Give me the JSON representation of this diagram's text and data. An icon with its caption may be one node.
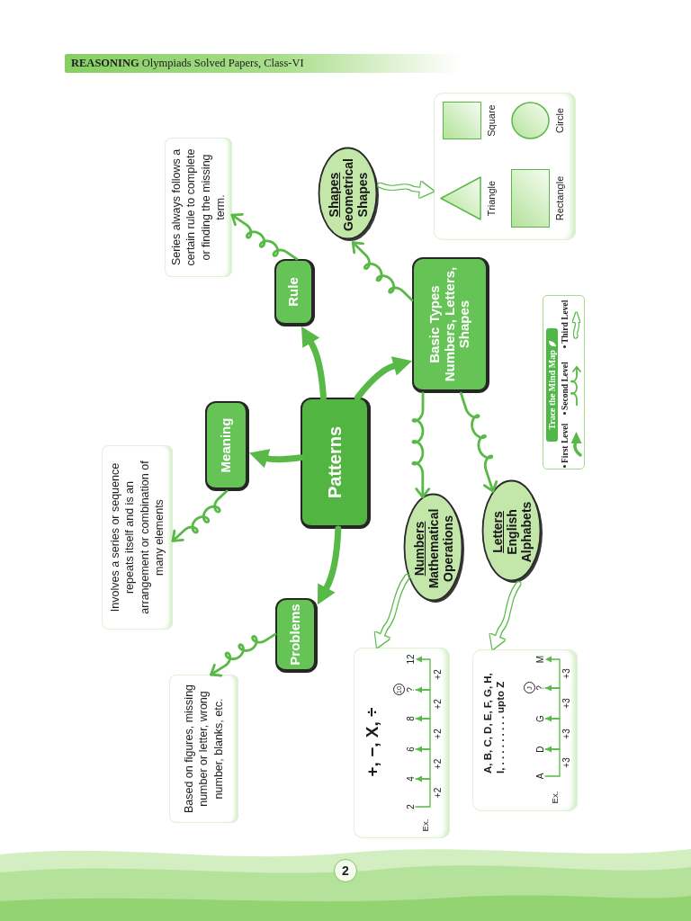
{
  "diagram": {
    "nodes": [
      {
        "text": [
          "Patterns"
        ]
      },
      {
        "text": [
          "Meaning"
        ]
      },
      {
        "text": [
          "Rule"
        ]
      },
      {
        "text": [
          "Problems"
        ]
      },
      {
        "text": [
          "Basic Types",
          "Numbers, Letters, Shapes"
        ]
      },
      {
        "text": [
          "Involves a series or sequence repeats itself and is an arrangement or combination of many elements"
        ]
      },
      {
        "text": [
          "Series always follows a certain rule to complete or finding the missing term."
        ]
      },
      {
        "text": [
          "Based on figures, missing number or letter, wrong number, blanks, etc."
        ]
      },
      {
        "text": [
          "Shapes",
          "Geometrical Shapes"
        ]
      },
      {
        "text": [
          "Numbers",
          "Mathematical Operations"
        ]
      },
      {
        "text": [
          "Letters",
          "English Alphabets"
        ]
      },
      {
        "text": [],
        "shape": "box"
      },
      {
        "text": [],
        "shape": "triangle",
        "in": 11,
        "beside": [
          "Triangle"
        ]
      },
      {
        "text": [],
        "shape": "box",
        "in": 11,
        "beside": [
          "Square"
        ]
      },
      {
        "text": [],
        "shape": "box",
        "in": 11,
        "beside": [
          "Rectangle"
        ]
      },
      {
        "text": [],
        "shape": "circle",
        "in": 11,
        "beside": [
          "Circle"
        ]
      },
      {
        "text": [
          "+, −, X, ÷",
          "Ex."
        ]
      },
      {
        "text": [
          "2"
        ],
        "in": 16
      },
      {
        "text": [
          "4"
        ],
        "in": 16
      },
      {
        "text": [
          "6"
        ],
        "in": 16
      },
      {
        "text": [
          "8"
        ],
        "in": 16
      },
      {
        "text": [
          "?"
        ],
        "in": 16,
        "beside": [
          "10"
        ]
      },
      {
        "text": [
          "12"
        ],
        "in": 16
      },
      {
        "text": [
          "A, B, C, D, E, F, G, H, I, . . . . . . . . . upto Z",
          "Ex."
        ]
      },
      {
        "text": [
          "A"
        ],
        "in": 23
      },
      {
        "text": [
          "D"
        ],
        "in": 23
      },
      {
        "text": [
          "G"
        ],
        "in": 23
      },
      {
        "text": [
          "?"
        ],
        "in": 23,
        "beside": [
          "J"
        ]
      },
      {
        "text": [
          "M"
        ],
        "in": 23
      }
    ],
    "edges": [
      {
        "from": 0,
        "to": 1,
        "arrow": "to",
        "style": "thick"
      },
      {
        "from": 0,
        "to": 2,
        "arrow": "to",
        "style": "thick"
      },
      {
        "from": 0,
        "to": 4,
        "arrow": "to",
        "style": "thick"
      },
      {
        "from": 0,
        "to": 3,
        "arrow": "to",
        "style": "thick"
      },
      {
        "from": 1,
        "to": 5,
        "arrow": "to"
      },
      {
        "from": 2,
        "to": 6,
        "arrow": "to"
      },
      {
        "from": 3,
        "to": 7,
        "arrow": "to"
      },
      {
        "from": 4,
        "to": 8,
        "arrow": "to"
      },
      {
        "from": 4,
        "to": 9,
        "arrow": "to"
      },
      {
        "from": 4,
        "to": 10,
        "arrow": "to"
      },
      {
        "from": 8,
        "to": 11,
        "arrow": "to"
      },
      {
        "from": 9,
        "to": 16,
        "arrow": "to"
      },
      {
        "from": 10,
        "to": 23,
        "arrow": "to"
      },
      {
        "from": 17,
        "to": 18,
        "arrow": "to",
        "label": "+2"
      },
      {
        "from": 18,
        "to": 19,
        "arrow": "to",
        "label": "+2"
      },
      {
        "from": 19,
        "to": 20,
        "arrow": "to",
        "label": "+2"
      },
      {
        "from": 20,
        "to": 21,
        "arrow": "to",
        "label": "+2"
      },
      {
        "from": 21,
        "to": 22,
        "arrow": "to",
        "label": "+2"
      },
      {
        "from": 24,
        "to": 25,
        "arrow": "to",
        "label": "+3"
      },
      {
        "from": 25,
        "to": 26,
        "arrow": "to",
        "label": "+3"
      },
      {
        "from": 26,
        "to": 27,
        "arrow": "to",
        "label": "+3"
      },
      {
        "from": 27,
        "to": 28,
        "arrow": "to",
        "label": "+3"
      }
    ],
    "labels": [
      "**REASONING** Olympiads Solved Papers, Class-VI",
      "Trace the Mind Map",
      "2"
    ],
    "legend": [
      {
        "text": "First Level"
      },
      {
        "text": "Second Level"
      },
      {
        "text": "Third Level"
      }
    ]
  }
}
